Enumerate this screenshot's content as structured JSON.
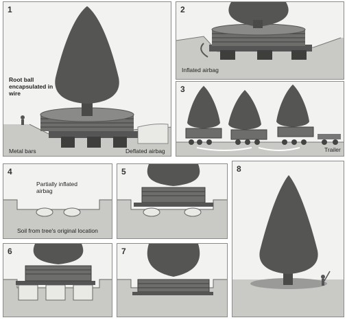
{
  "panels": [
    {
      "number": "1",
      "labels": {
        "root_ball": "Root ball encapsulated in wire",
        "metal_bars": "Metal bars",
        "deflated_airbag": "Deflated airbag"
      }
    },
    {
      "number": "2",
      "labels": {
        "inflated_airbag": "Inflated airbag"
      }
    },
    {
      "number": "3",
      "labels": {
        "trailer": "Trailer"
      }
    },
    {
      "number": "4",
      "labels": {
        "partially_inflated": "Partially inflated airbag",
        "soil": "Soil from tree's original location"
      }
    },
    {
      "number": "5",
      "labels": {}
    },
    {
      "number": "6",
      "labels": {}
    },
    {
      "number": "7",
      "labels": {}
    },
    {
      "number": "8",
      "labels": {}
    }
  ],
  "colors": {
    "foliage": "#555553",
    "trunk": "#4a4a48",
    "wire": "#6d6d6b",
    "ground": "#c9c9c5",
    "airbag": "#e9e9e6"
  }
}
